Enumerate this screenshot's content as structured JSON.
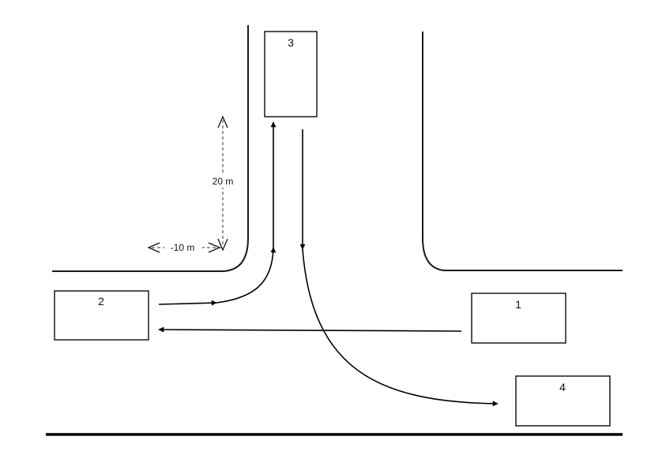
{
  "vehicles": [
    {
      "id": "1",
      "label": "1"
    },
    {
      "id": "2",
      "label": "2"
    },
    {
      "id": "3",
      "label": "3"
    },
    {
      "id": "4",
      "label": "4"
    }
  ],
  "dimensions": {
    "vertical": "20 m",
    "horizontal": "-10 m"
  },
  "colors": {
    "stroke": "#000000",
    "background": "#ffffff"
  }
}
